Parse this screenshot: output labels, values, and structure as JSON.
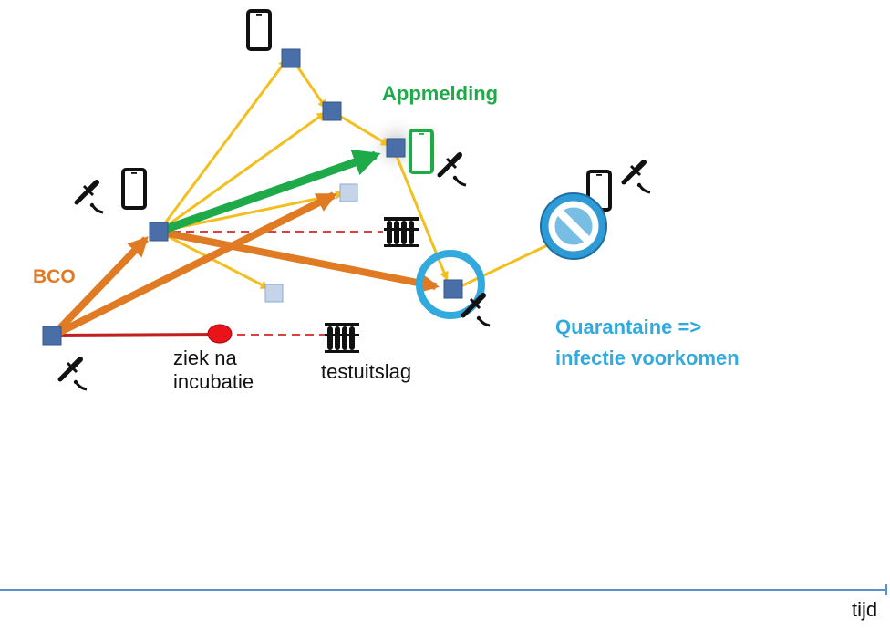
{
  "labels": {
    "bco": "BCO",
    "appmelding": "Appmelding",
    "quarantaine_line1": "Quarantaine =>",
    "quarantaine_line2": "infectie voorkomen",
    "ziek_line1": "ziek na",
    "ziek_line2": "incubatie",
    "testuitslag": "testuitslag",
    "tijd": "tijd"
  },
  "colors": {
    "bco": "#e07b24",
    "appmelding": "#1faa4a",
    "quarantaine": "#33aadd",
    "notification": "#f2bf1e",
    "node": "#4a6fa8",
    "node_light": "#c6d4ea",
    "incubation": "#c0201f",
    "time_axis": "#5b8fc9"
  },
  "icons": [
    "pipette-phone-icon",
    "smartphone-icon",
    "test-tubes-icon",
    "no-entry-icon"
  ]
}
